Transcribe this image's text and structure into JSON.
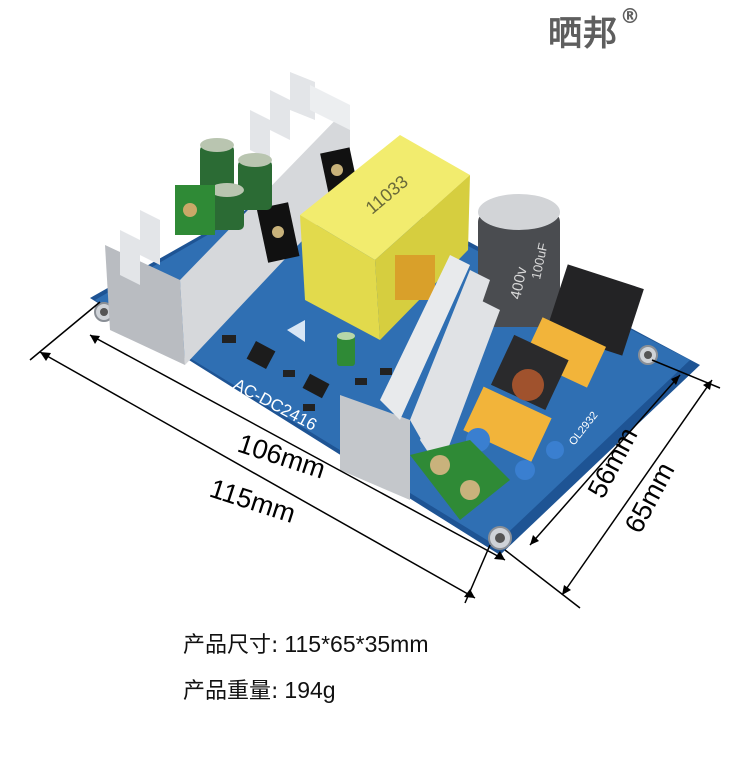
{
  "brand": {
    "name": "晒邦",
    "mark": "®"
  },
  "board": {
    "silkscreen": "AC-DC2416",
    "transformer_label": "11033",
    "cap_label": "400v",
    "cap_value": "100uF",
    "side_code": "OL2932"
  },
  "dimensions": {
    "inner_length": "106mm",
    "outer_length": "115mm",
    "inner_width": "56mm",
    "outer_width": "65mm"
  },
  "specs": {
    "size_label": "产品尺寸:",
    "size_value": "115*65*35mm",
    "weight_label": "产品重量:",
    "weight_value": "194g"
  },
  "colors": {
    "pcb": "#2f6fb3",
    "heatsink": "#c9ccd0",
    "transformer": "#e8e25a",
    "terminal": "#2f8a36",
    "capacitor": "#4a4c50"
  }
}
